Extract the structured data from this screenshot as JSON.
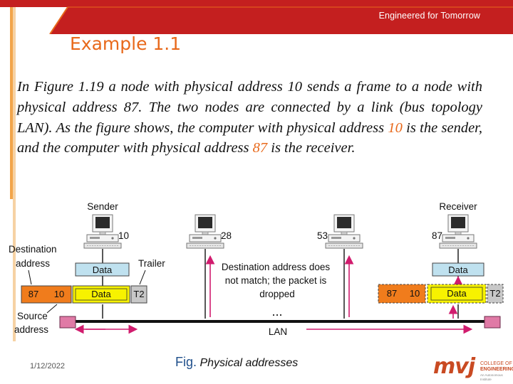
{
  "header": {
    "tagline": "Engineered for Tomorrow"
  },
  "slide": {
    "title": "Example 1.1",
    "paragraph": {
      "part1": "In Figure 1.19 a node with physical address 10 sends a frame to a node with physical address 87. The two nodes are connected by a link (bus topology LAN). As the figure shows, the computer with physical address ",
      "sender_address": "10",
      "part2": " is the sender, and the computer with physical address ",
      "receiver_address": "87",
      "part3": " is the receiver."
    }
  },
  "figure": {
    "sender_label": "Sender",
    "receiver_label": "Receiver",
    "node_addresses": [
      "10",
      "28",
      "53",
      "87"
    ],
    "destination_address_label": [
      "Destination",
      "address"
    ],
    "source_address_label": [
      "Source",
      "address"
    ],
    "trailer_label": "Trailer",
    "frame": {
      "dest": "87",
      "src": "10",
      "data": "Data",
      "trailer": "T2"
    },
    "data_label": "Data",
    "mismatch_note": [
      "Destination address does",
      "not match; the packet is",
      "dropped"
    ],
    "ellipsis": "...",
    "lan_label": "LAN"
  },
  "footer": {
    "date": "1/12/2022",
    "caption_prefix": "Fig.",
    "caption_text": " Physical addresses",
    "logo": {
      "mvj": "mvj",
      "line1": "COLLEGE OF",
      "line2": "ENGINEERING",
      "line3": "An Autonomous Institute"
    }
  },
  "colors": {
    "header_red": "#c41f1f",
    "accent_orange": "#e8691b",
    "frame_orange": "#f07c1c",
    "data_yellow": "#f7f200",
    "data_blue": "#bfe1ef",
    "trailer_gray": "#c8c8c8",
    "arrow_pink": "#d11c6e",
    "terminator_pink": "#e07aa6"
  }
}
